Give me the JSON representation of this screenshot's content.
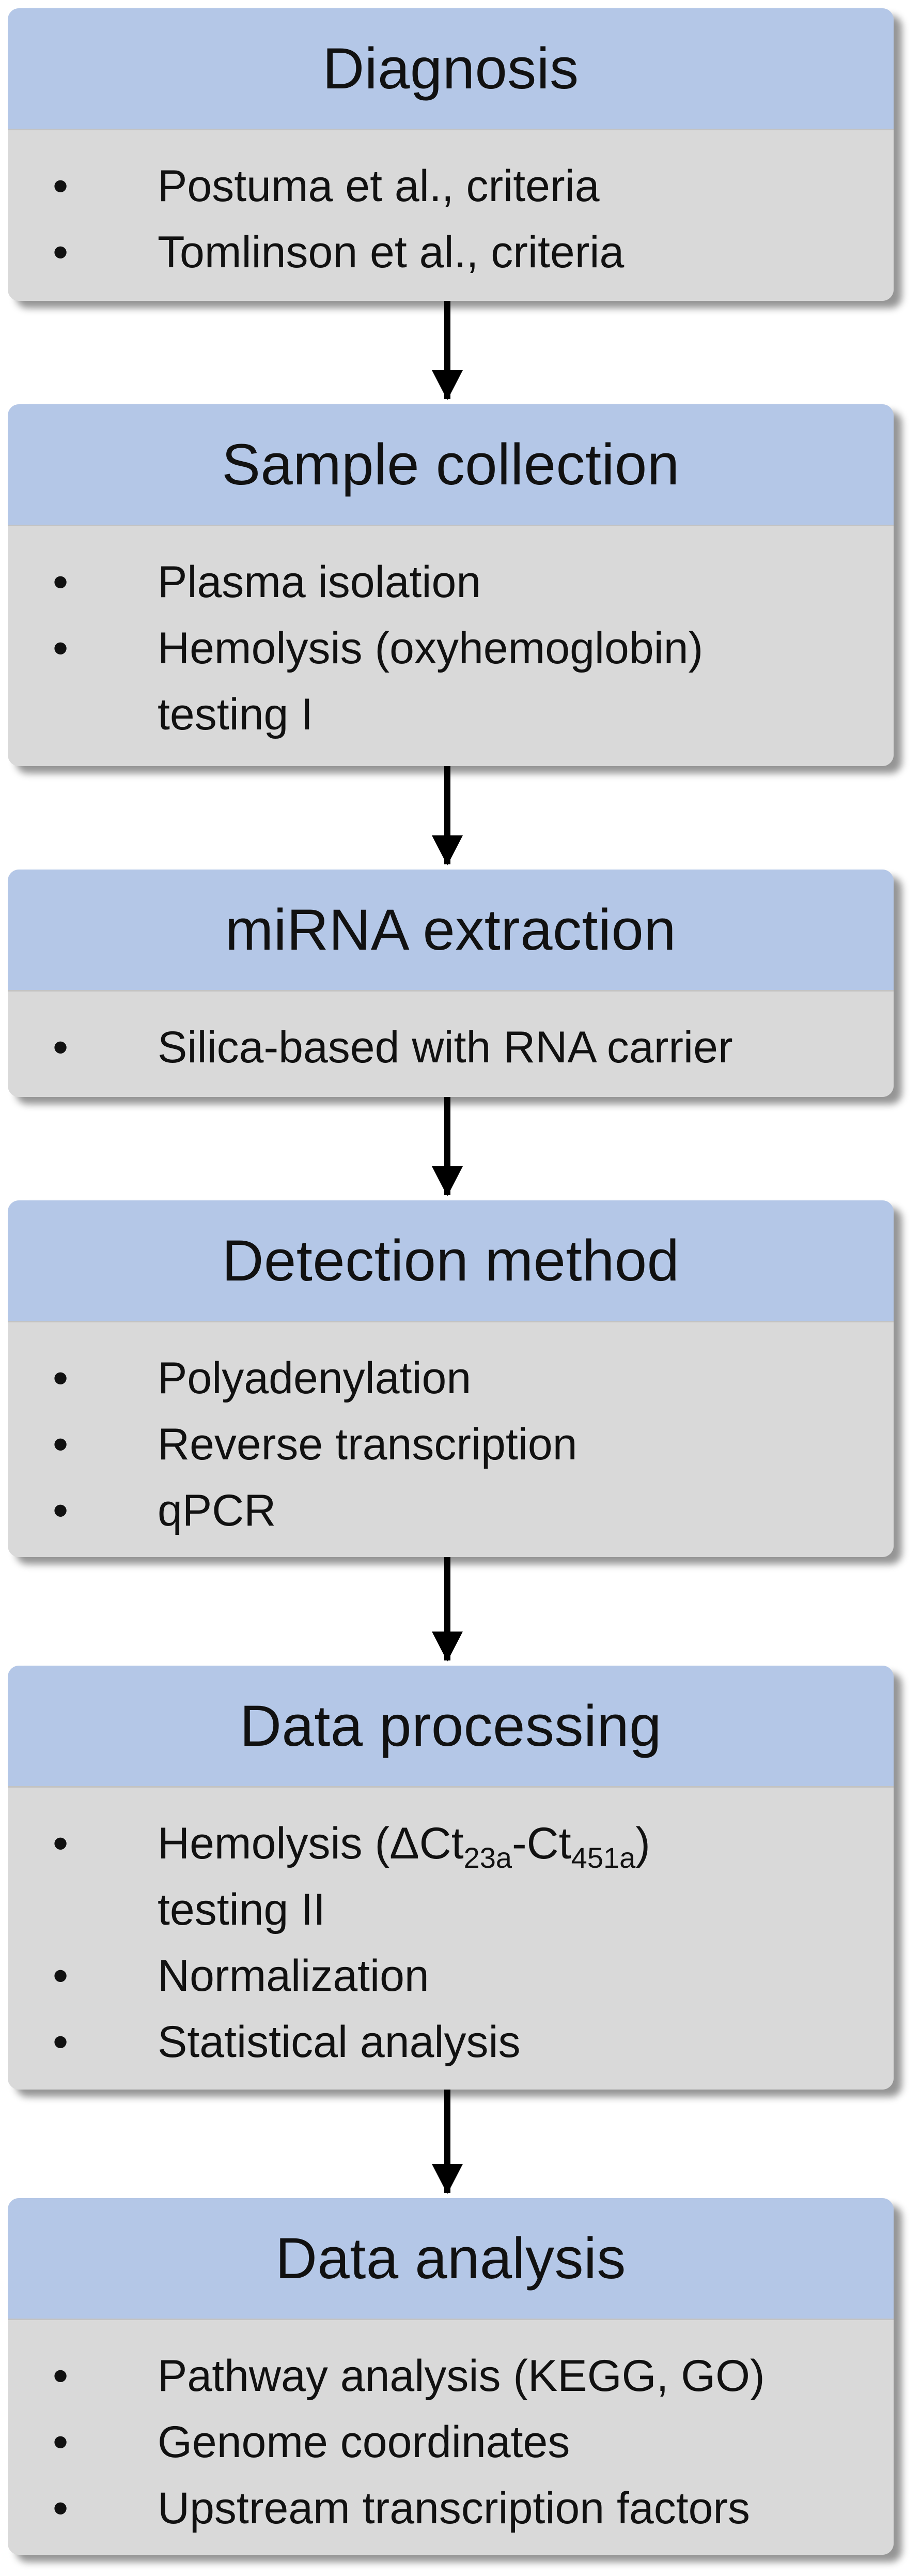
{
  "stages": [
    {
      "title": "Diagnosis",
      "items": [
        "Postuma et al., criteria",
        "Tomlinson et al., criteria"
      ]
    },
    {
      "title": "Sample collection",
      "items": [
        "Plasma isolation",
        "Hemolysis (oxyhemoglobin)",
        "testing I"
      ]
    },
    {
      "title": "miRNA extraction",
      "items": [
        "Silica-based with RNA carrier"
      ]
    },
    {
      "title": "Detection method",
      "items": [
        "Polyadenylation",
        "Reverse transcription",
        "qPCR"
      ]
    },
    {
      "title": "Data processing",
      "items": [
        {
          "before": "Hemolysis (ΔCt",
          "sub1": "23a",
          "mid": "-Ct",
          "sub2": "451a",
          "after": ")"
        },
        "testing II",
        "Normalization",
        "Statistical analysis"
      ]
    },
    {
      "title": "Data analysis",
      "items": [
        "Pathway analysis (KEGG, GO)",
        "Genome coordinates",
        "Upstream transcription factors"
      ]
    }
  ],
  "bullet_symbol": "•",
  "colors": {
    "header": "#b4c7e7",
    "body": "#d9d9d9",
    "arrow": "#000000"
  }
}
